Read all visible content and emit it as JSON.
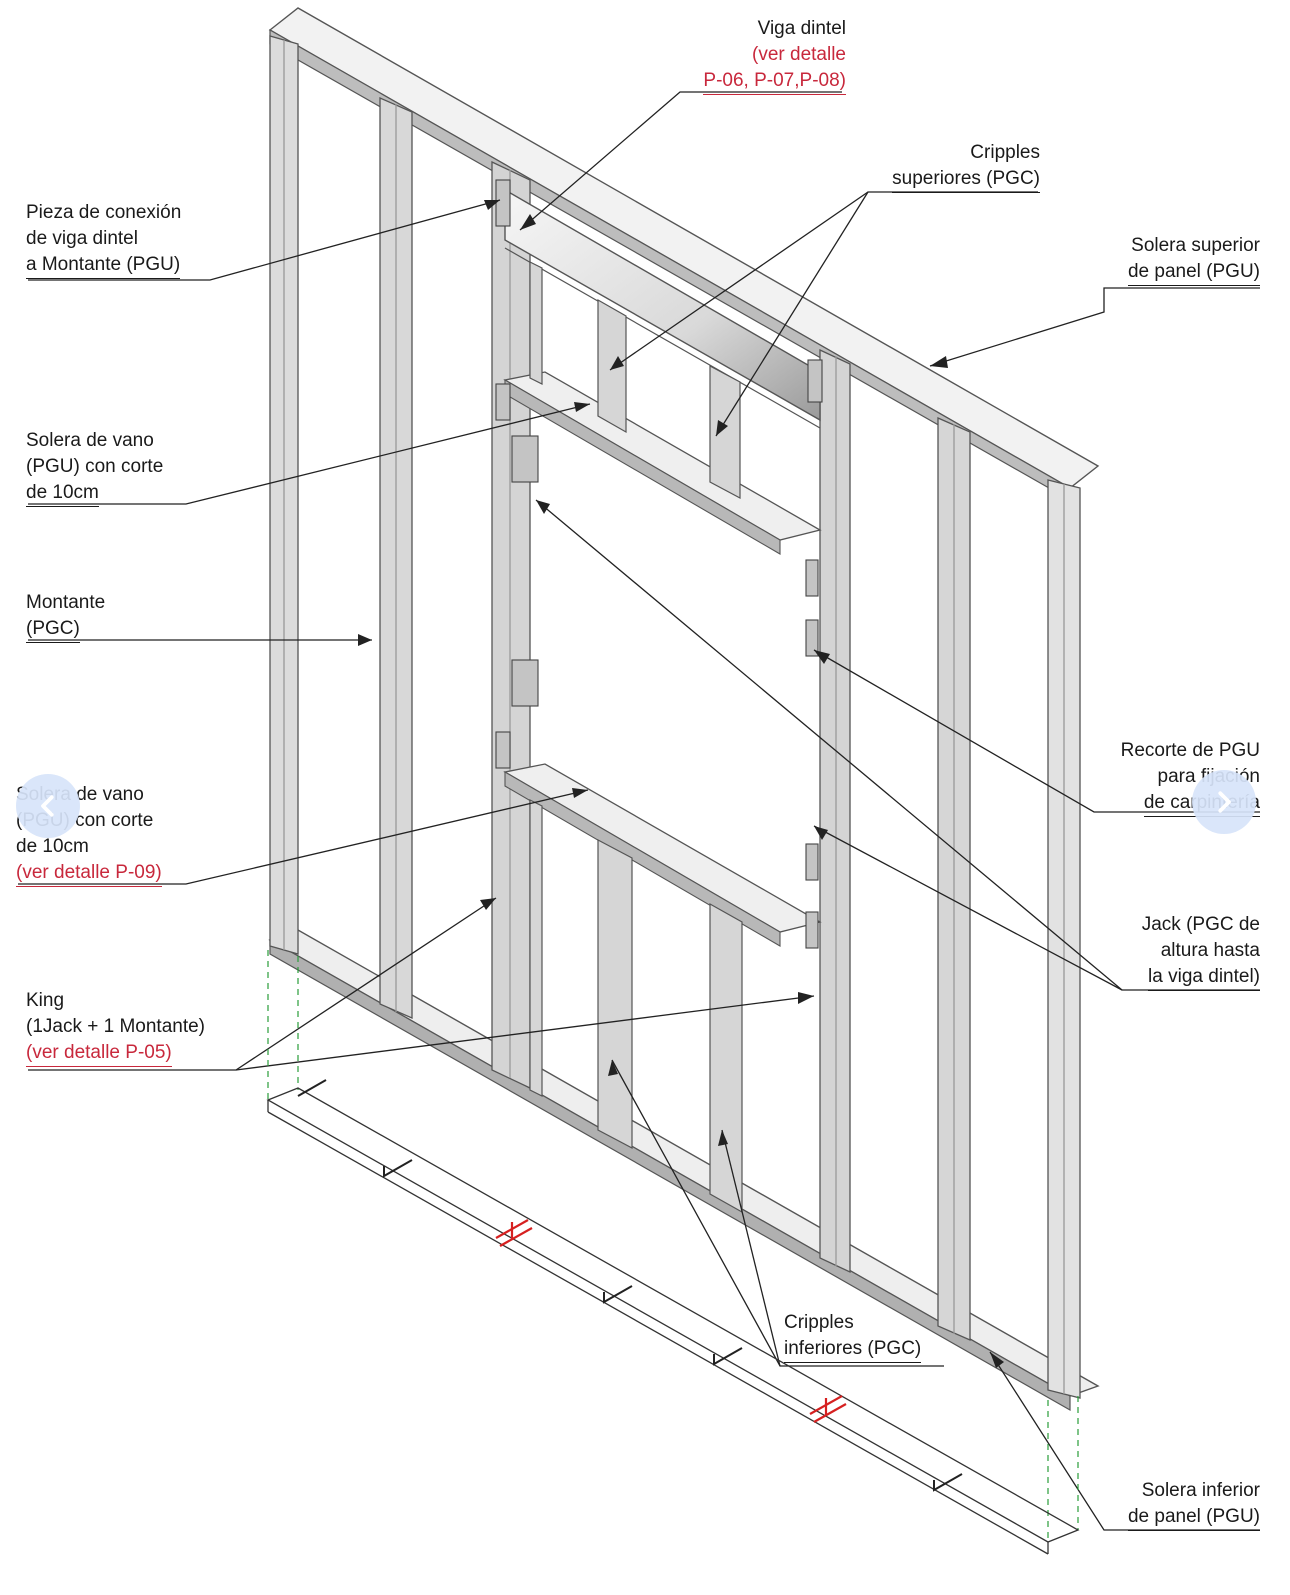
{
  "labels": {
    "viga_dintel": {
      "l1": "Viga dintel",
      "l2": "(ver detalle",
      "l3": "P-06, P-07,P-08)"
    },
    "cripples_sup": {
      "l1": "Cripples",
      "l2": "superiores (PGC)"
    },
    "pieza_conexion": {
      "l1": "Pieza de conexión",
      "l2": "de viga dintel",
      "l3": "a Montante (PGU)"
    },
    "solera_superior": {
      "l1": "Solera superior",
      "l2": "de panel (PGU)"
    },
    "solera_vano_sup": {
      "l1": "Solera de vano",
      "l2": "(PGU) con corte",
      "l3": "de 10cm"
    },
    "montante": {
      "l1": "Montante",
      "l2": "(PGC)"
    },
    "recorte_pgu": {
      "l1": "Recorte de PGU",
      "l2": "para fijación",
      "l3": "de carpintería"
    },
    "solera_vano_inf": {
      "l1": "Solera de vano",
      "l2": "(PGU) con corte",
      "l3": "de 10cm",
      "l4": "(ver detalle P-09)"
    },
    "jack": {
      "l1": "Jack (PGC de",
      "l2": "altura hasta",
      "l3": "la viga dintel)"
    },
    "king": {
      "l1": "King",
      "l2": "(1Jack + 1 Montante)",
      "l3": "(ver detalle P-05)"
    },
    "cripples_inf": {
      "l1": "Cripples",
      "l2": "inferiores (PGC)"
    },
    "solera_inferior": {
      "l1": "Solera inferior",
      "l2": "de panel (PGU)"
    }
  },
  "nav": {
    "prev_icon": "chevron-left-icon",
    "next_icon": "chevron-right-icon"
  },
  "colors": {
    "ink": "#1a1a1a",
    "reference": "#c8283c",
    "steel_light": "#eeeeee",
    "steel_mid": "#bdbdbd",
    "steel_dark": "#7a7a7a",
    "nav_bg": "#d7e4fa"
  }
}
